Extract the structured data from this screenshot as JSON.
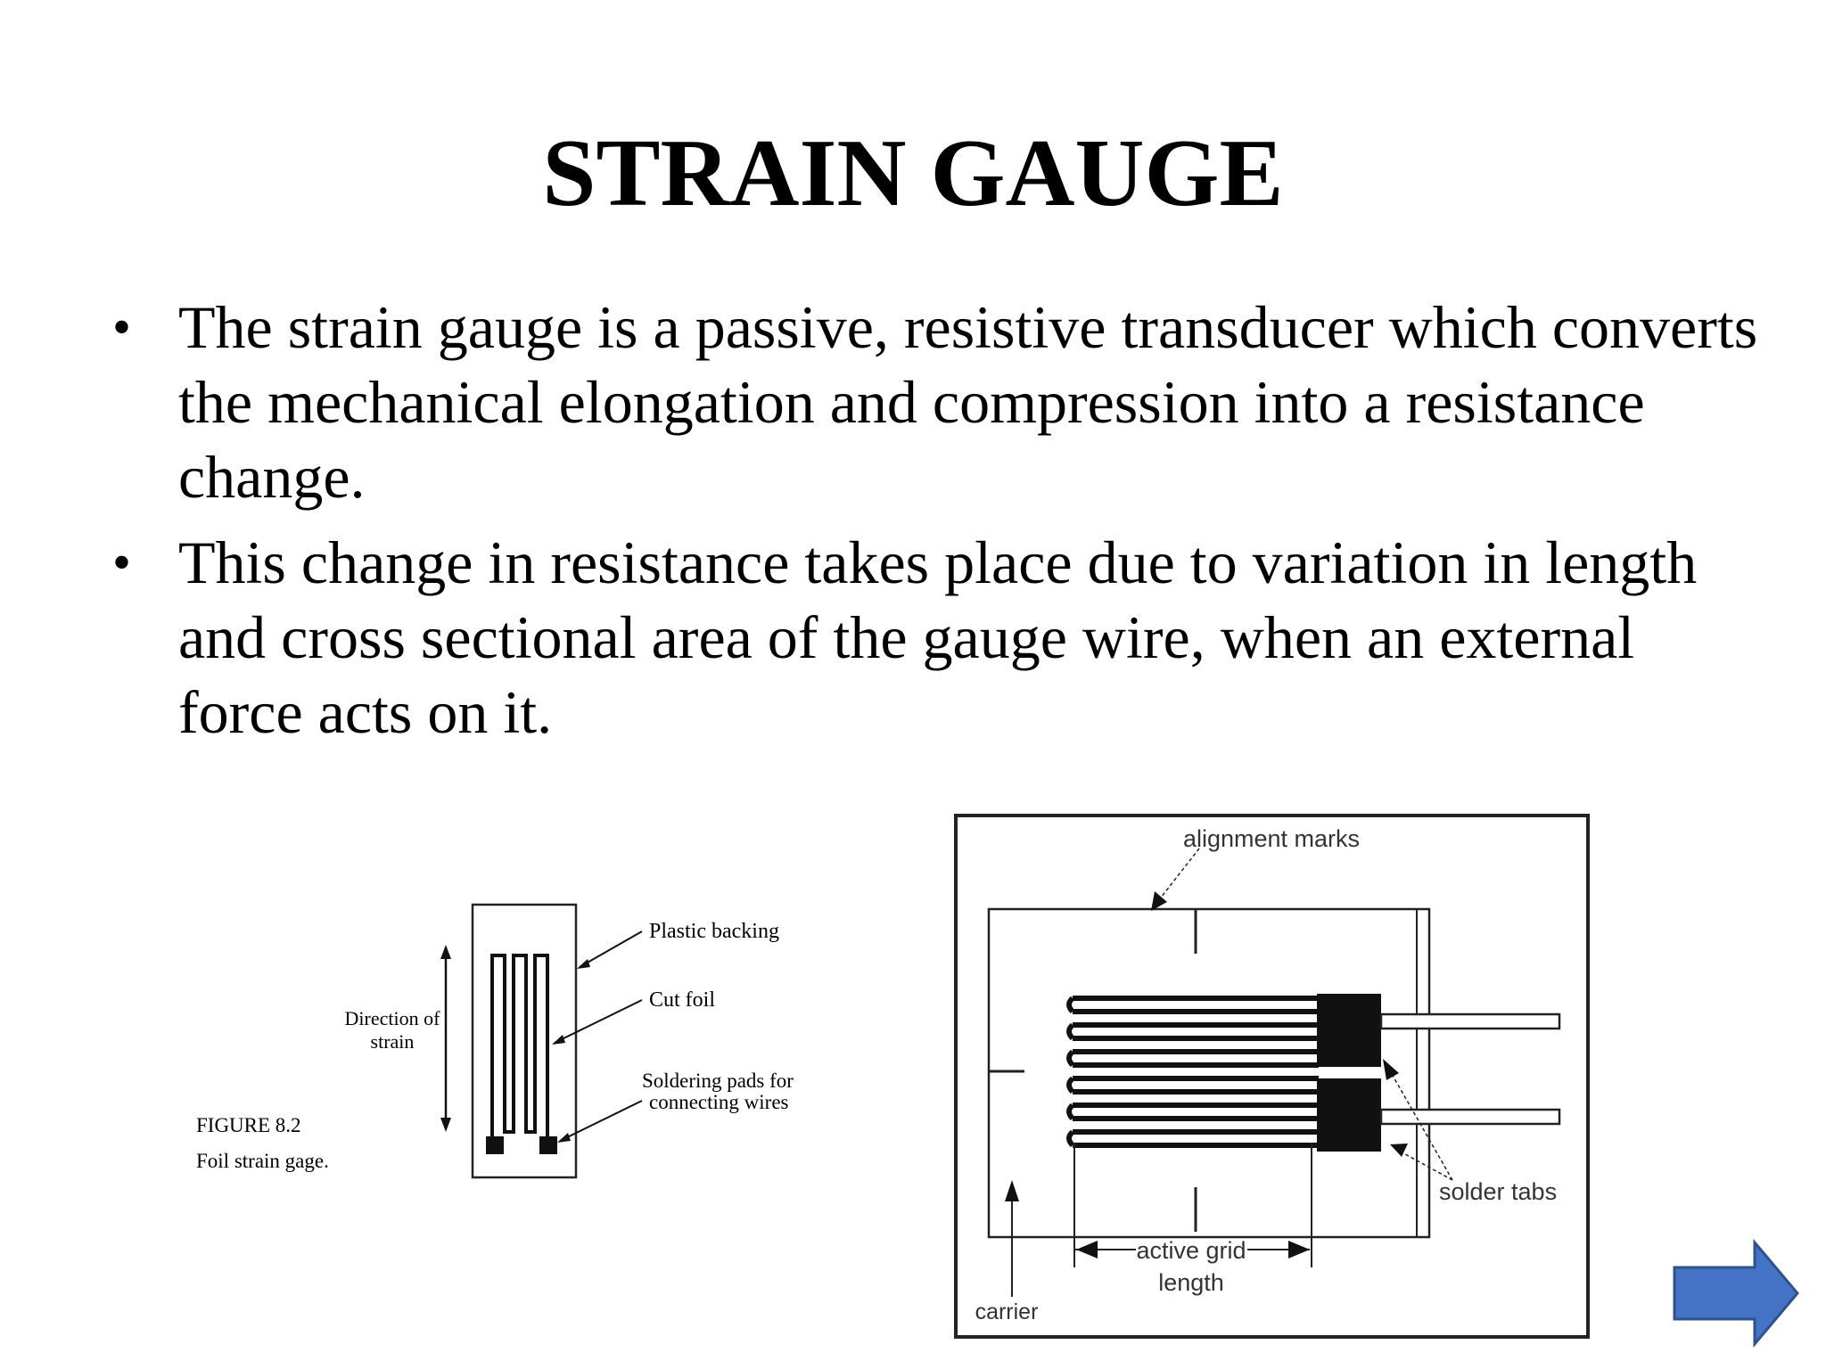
{
  "slide": {
    "title": "STRAIN GAUGE",
    "bullets": [
      "The strain gauge is a passive, resistive transducer which converts the mechanical elongation and compression into a resistance change.",
      "This change in resistance takes place due to variation in length and cross sectional area of the gauge wire, when an external force acts on it."
    ]
  },
  "figure_left": {
    "caption_number": "FIGURE 8.2",
    "caption_text": "Foil strain gage.",
    "direction_label_line1": "Direction of",
    "direction_label_line2": "strain",
    "label_backing": "Plastic backing",
    "label_cutfoil": "Cut foil",
    "label_pads_line1": "Soldering pads for",
    "label_pads_line2": "connecting wires"
  },
  "figure_right": {
    "label_alignment": "alignment marks",
    "label_solder_tabs": "solder tabs",
    "label_active_line1": "active grid",
    "label_active_line2": "length",
    "label_carrier": "carrier"
  },
  "navigation": {
    "next_icon": "arrow-right-icon",
    "arrow_color": "#4472C4"
  }
}
